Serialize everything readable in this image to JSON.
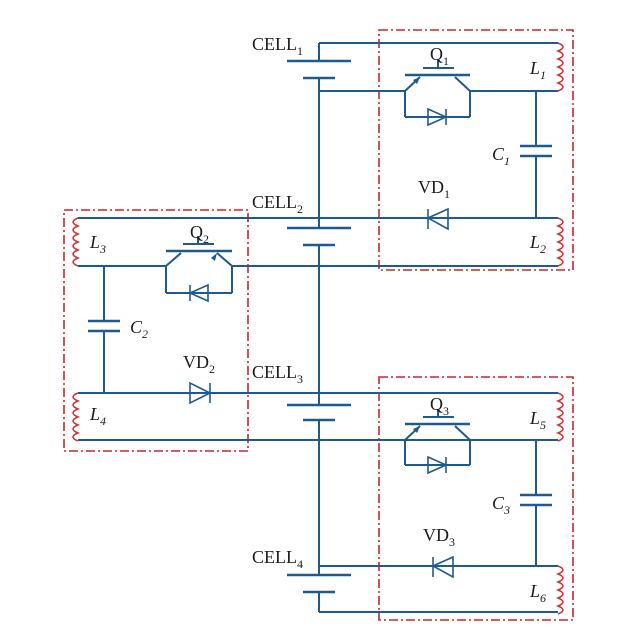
{
  "cells": [
    {
      "base": "CELL",
      "sub": "1"
    },
    {
      "base": "CELL",
      "sub": "2"
    },
    {
      "base": "CELL",
      "sub": "3"
    },
    {
      "base": "CELL",
      "sub": "4"
    }
  ],
  "switches": [
    {
      "base": "Q",
      "sub": "1"
    },
    {
      "base": "Q",
      "sub": "2"
    },
    {
      "base": "Q",
      "sub": "3"
    }
  ],
  "diodes": [
    {
      "base": "VD",
      "sub": "1"
    },
    {
      "base": "VD",
      "sub": "2"
    },
    {
      "base": "VD",
      "sub": "3"
    }
  ],
  "inductors": [
    {
      "base": "L",
      "sub": "1"
    },
    {
      "base": "L",
      "sub": "2"
    },
    {
      "base": "L",
      "sub": "3"
    },
    {
      "base": "L",
      "sub": "4"
    },
    {
      "base": "L",
      "sub": "5"
    },
    {
      "base": "L",
      "sub": "6"
    }
  ],
  "capacitors": [
    {
      "base": "C",
      "sub": "1"
    },
    {
      "base": "C",
      "sub": "2"
    },
    {
      "base": "C",
      "sub": "3"
    }
  ],
  "colors": {
    "wire": "#1f5a8c",
    "module_border": "#c8262d",
    "coil": "#d0333a"
  }
}
